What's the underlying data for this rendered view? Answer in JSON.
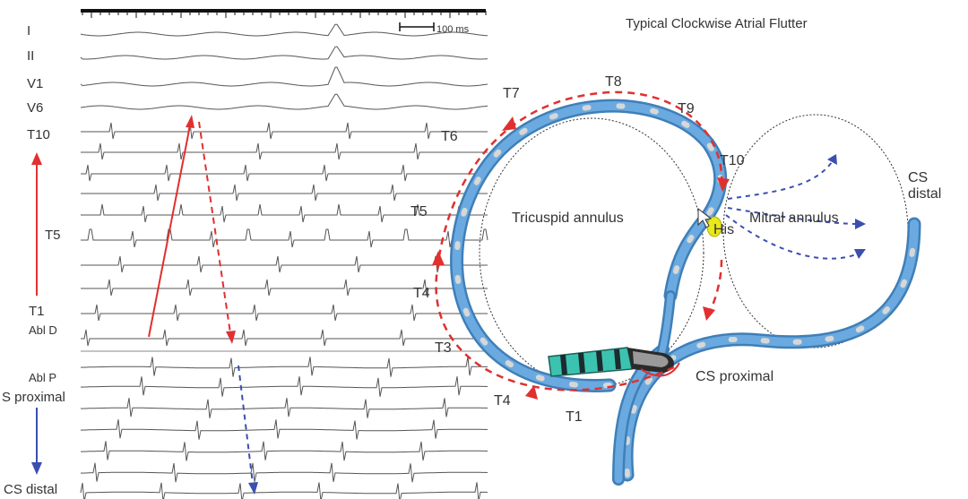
{
  "title": "Typical Clockwise Atrial Flutter",
  "scale_bar": "100 ms",
  "ecg_labels": {
    "lead_I": "I",
    "lead_II": "II",
    "lead_V1": "V1",
    "lead_V6": "V6",
    "t10": "T10",
    "t5": "T5",
    "t1": "T1",
    "abl_d": "Abl D",
    "abl_p": "Abl P",
    "cs_proximal": "S proximal",
    "cs_distal": "CS distal"
  },
  "diagram_labels": {
    "t7": "T7",
    "t8": "T8",
    "t9": "T9",
    "t6": "T6",
    "t10": "T10",
    "t5": "T5",
    "t4_upper": "T4",
    "t3": "T3",
    "t4_lower": "T4",
    "t1": "T1",
    "tricuspid": "Tricuspid annulus",
    "mitral": "Mitral annulus",
    "his": "His",
    "cs_distal_line1": "CS",
    "cs_distal_line2": "distal",
    "cs_proximal": "CS proximal"
  },
  "colors": {
    "catheter": "#5b9bd5",
    "catheter_dark": "#3f7fb8",
    "red_arrow": "#e03030",
    "blue_arrow": "#3a4fb0",
    "his_yellow": "#e8e81a",
    "teal": "#3cc3b0"
  }
}
